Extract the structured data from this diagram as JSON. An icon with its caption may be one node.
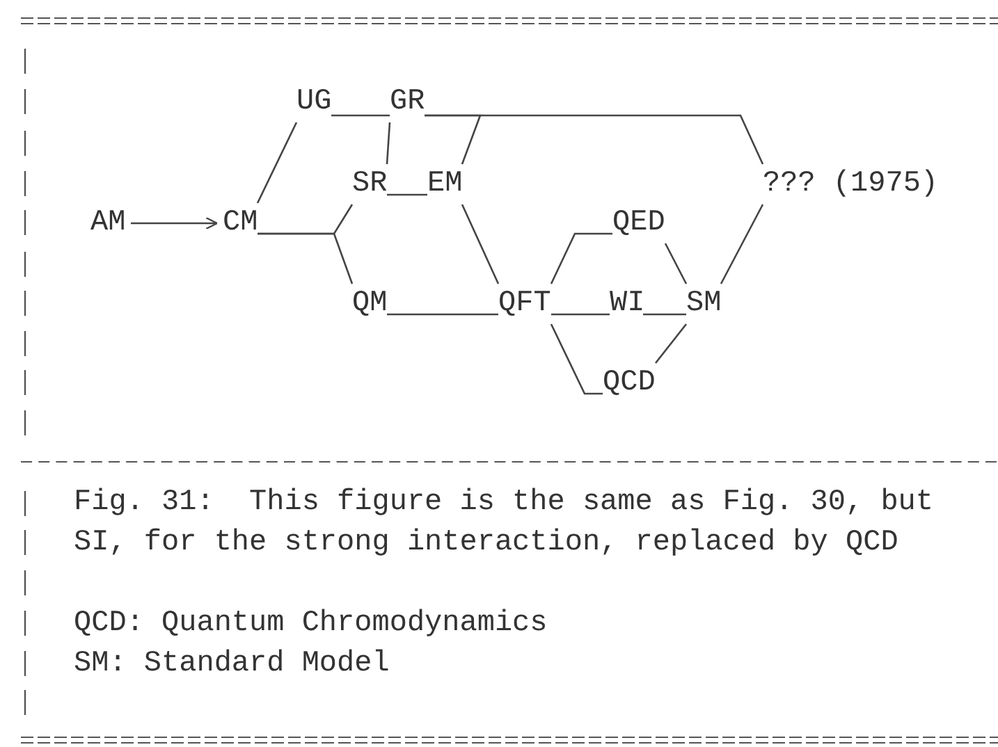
{
  "diagram": {
    "caption": "Fig. 31:  This figure is the same as Fig. 30, but SI, for the strong interaction, replaced by QCD",
    "nodes": [
      {
        "text": [
          "UG"
        ]
      },
      {
        "text": [
          "GR"
        ]
      },
      {
        "text": [
          "SR"
        ]
      },
      {
        "text": [
          "EM"
        ]
      },
      {
        "text": [
          "??? (1975)"
        ]
      },
      {
        "text": [
          "AM"
        ]
      },
      {
        "text": [
          "CM"
        ]
      },
      {
        "text": [
          "QED"
        ]
      },
      {
        "text": [
          "QM"
        ]
      },
      {
        "text": [
          "QFT"
        ]
      },
      {
        "text": [
          "WI"
        ]
      },
      {
        "text": [
          "SM"
        ]
      },
      {
        "text": [
          "QCD"
        ]
      }
    ],
    "edges": [
      {
        "from": 5,
        "to": 6,
        "arrow": "to"
      },
      {
        "from": 6,
        "to": 0,
        "arrow": "none"
      },
      {
        "from": 6,
        "to": 2,
        "arrow": "none"
      },
      {
        "from": 6,
        "to": 8,
        "arrow": "none"
      },
      {
        "from": 0,
        "to": 1,
        "arrow": "none"
      },
      {
        "from": 2,
        "to": 1,
        "arrow": "none"
      },
      {
        "from": 2,
        "to": 3,
        "arrow": "none"
      },
      {
        "from": 3,
        "to": 1,
        "arrow": "none"
      },
      {
        "from": 1,
        "to": 4,
        "arrow": "none"
      },
      {
        "from": 3,
        "to": 9,
        "arrow": "none"
      },
      {
        "from": 4,
        "to": 11,
        "arrow": "none"
      },
      {
        "from": 8,
        "to": 9,
        "arrow": "none"
      },
      {
        "from": 9,
        "to": 7,
        "arrow": "none"
      },
      {
        "from": 7,
        "to": 11,
        "arrow": "none"
      },
      {
        "from": 9,
        "to": 10,
        "arrow": "none"
      },
      {
        "from": 10,
        "to": 11,
        "arrow": "none"
      },
      {
        "from": 9,
        "to": 12,
        "arrow": "none"
      },
      {
        "from": 11,
        "to": 12,
        "arrow": "none"
      }
    ],
    "labels": [
      "QCD: Quantum Chromodynamics",
      "SM: Standard Model"
    ]
  }
}
